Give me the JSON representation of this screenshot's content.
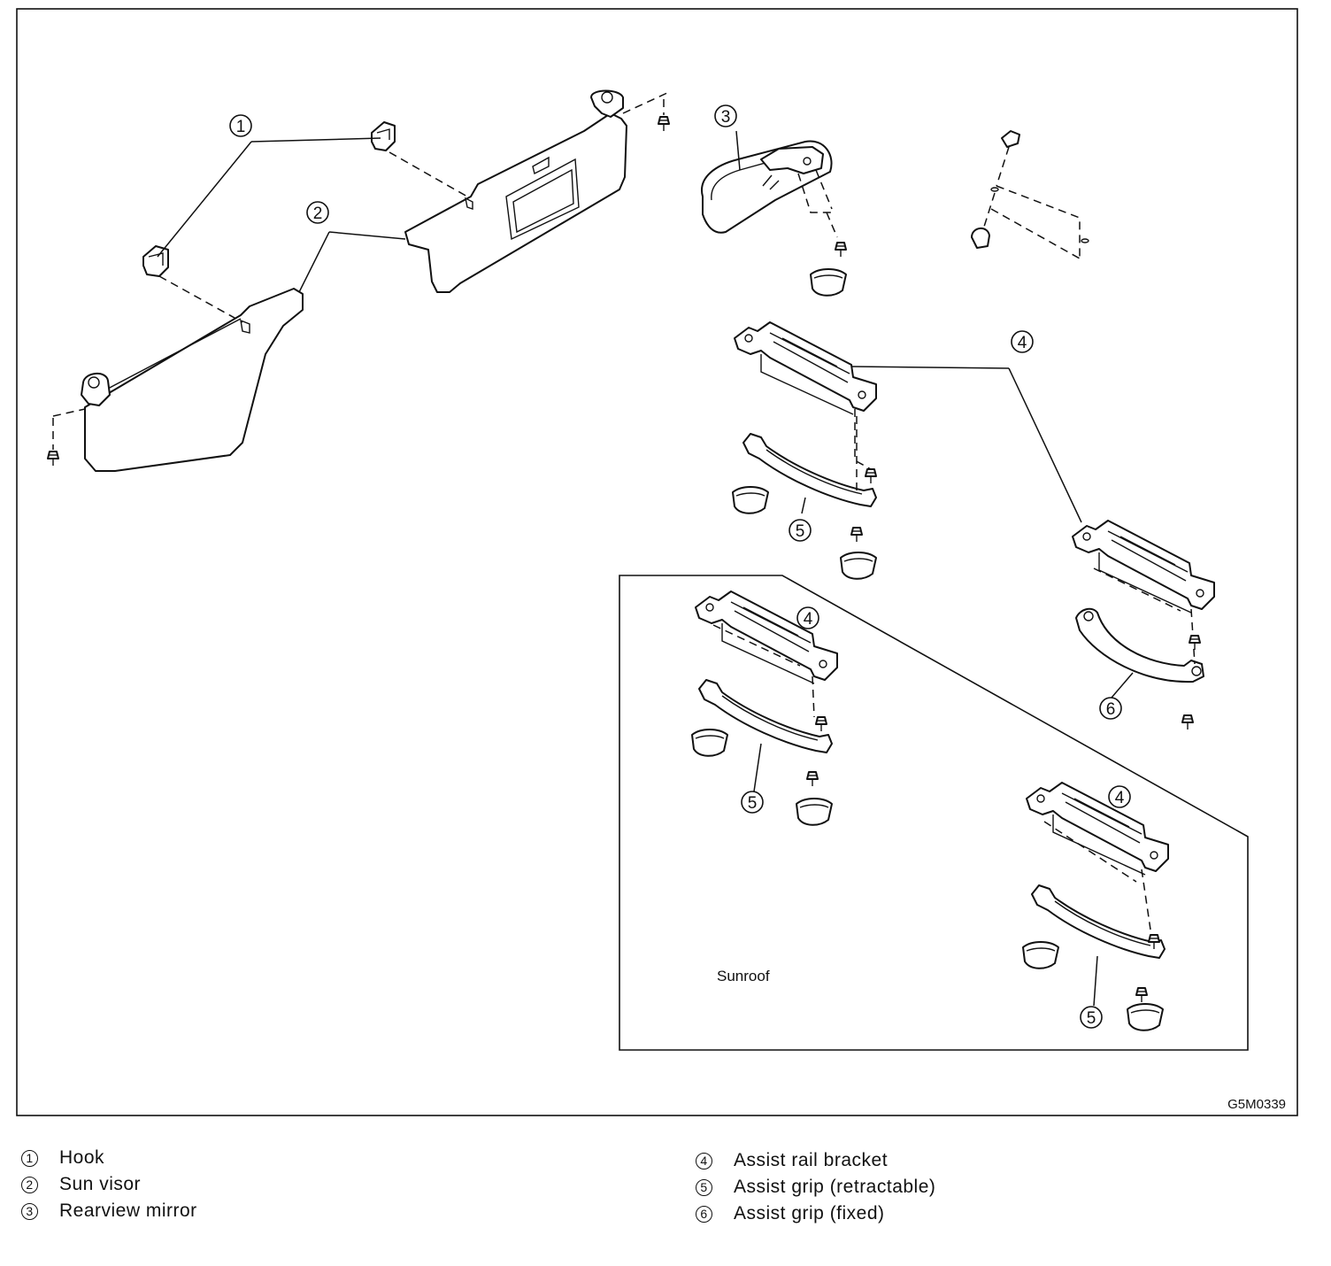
{
  "diagram": {
    "figure_code": "G5M0339",
    "inset_label": "Sunroof",
    "callouts": [
      "1",
      "2",
      "3",
      "4",
      "5",
      "6"
    ]
  },
  "legend": {
    "left": [
      {
        "num": "1",
        "text": "Hook"
      },
      {
        "num": "2",
        "text": "Sun visor"
      },
      {
        "num": "3",
        "text": "Rearview mirror"
      }
    ],
    "right": [
      {
        "num": "4",
        "text": "Assist rail bracket"
      },
      {
        "num": "5",
        "text": "Assist grip (retractable)"
      },
      {
        "num": "6",
        "text": "Assist grip (fixed)"
      }
    ]
  }
}
